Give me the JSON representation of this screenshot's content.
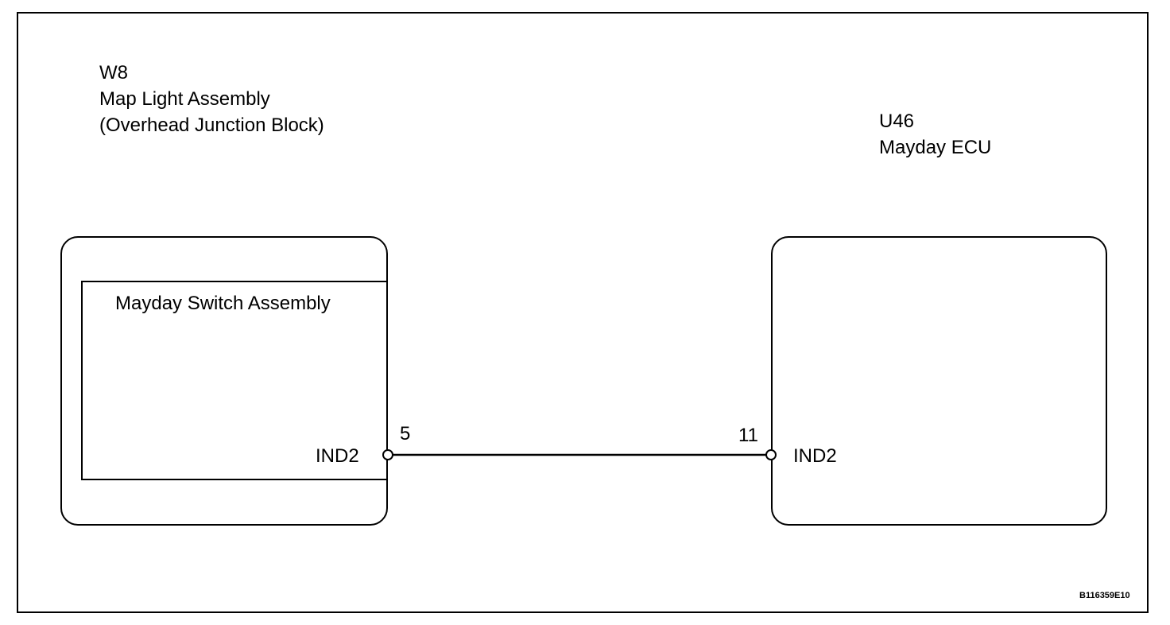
{
  "left_component": {
    "code": "W8",
    "name": "Map Light Assembly",
    "subname": "(Overhead Junction Block)",
    "inner_block": "Mayday Switch Assembly",
    "terminal_name": "IND2",
    "pin": "5"
  },
  "right_component": {
    "code": "U46",
    "name": "Mayday ECU",
    "terminal_name": "IND2",
    "pin": "11"
  },
  "figure_ref": "B116359E10"
}
